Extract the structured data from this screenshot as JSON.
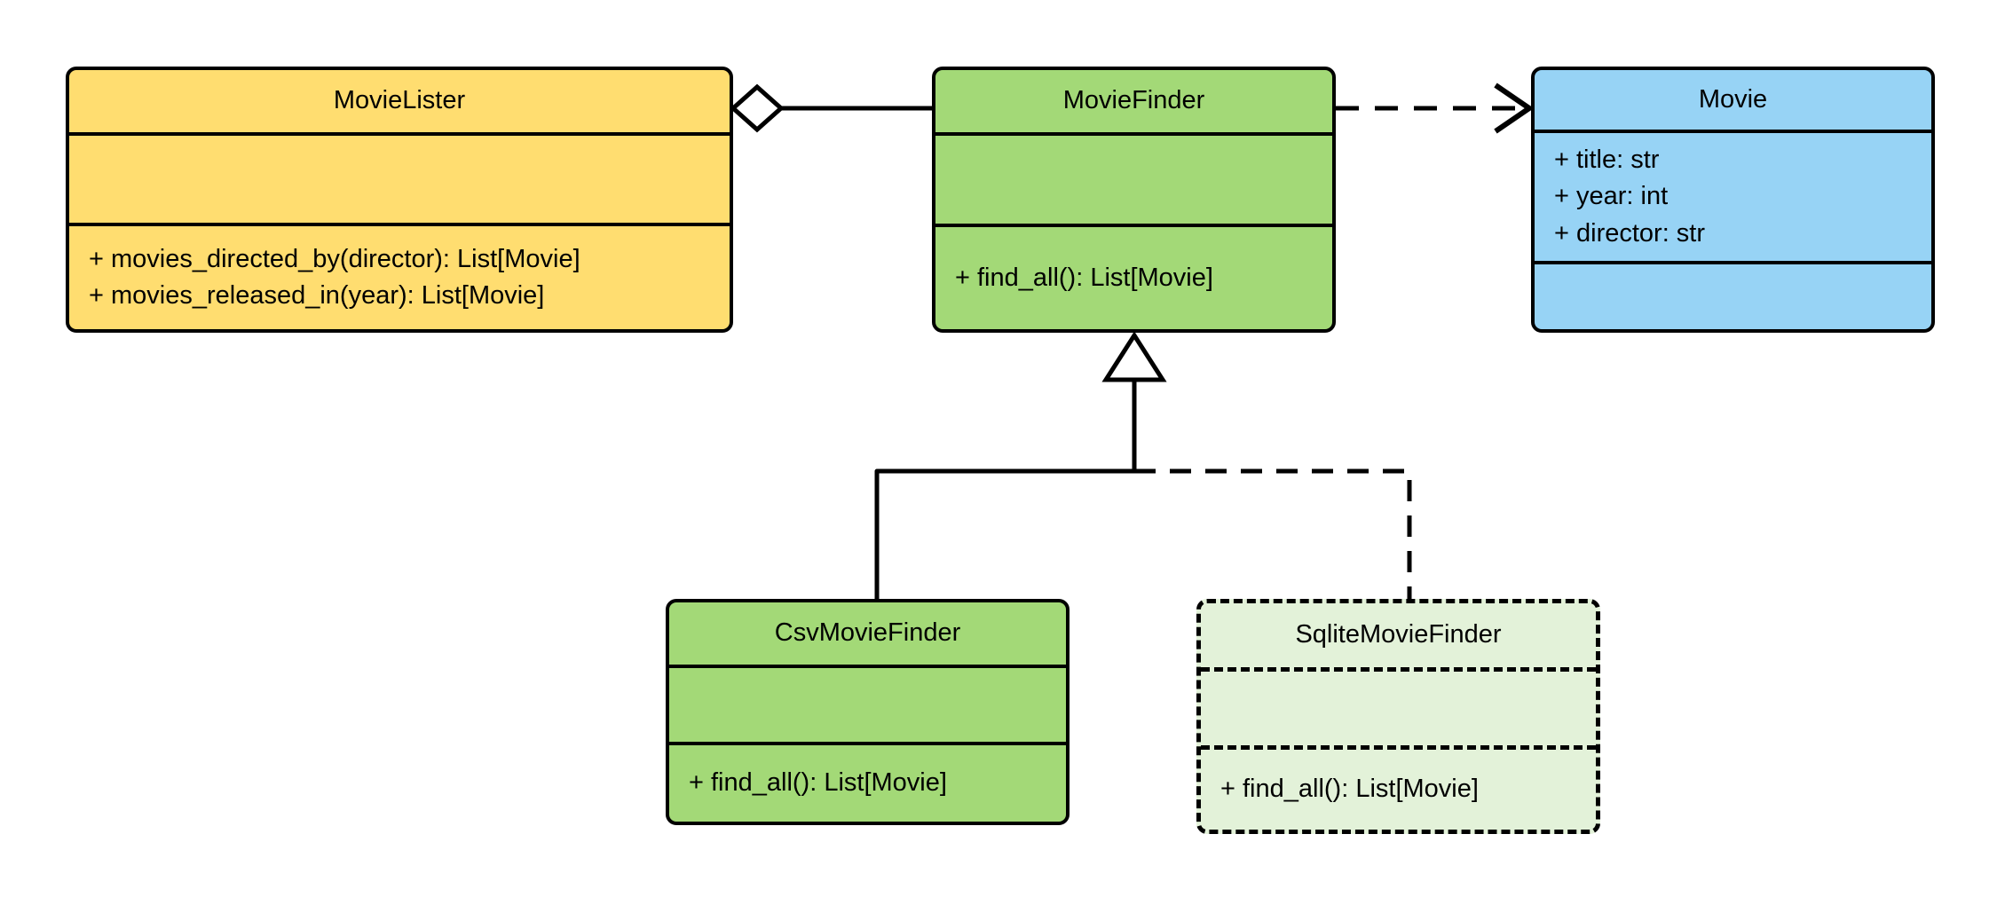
{
  "diagram": {
    "type": "uml-class-diagram",
    "background": "#ffffff",
    "line_color": "#000000"
  },
  "colors": {
    "yellow_fill": "#FFDD70",
    "green_fill": "#A3D977",
    "blue_fill": "#97D3F5",
    "light_green_fill": "#E3F2D9",
    "stroke": "#000000"
  },
  "classes": {
    "movie_lister": {
      "name": "MovieLister",
      "attributes": [],
      "methods": [
        "+ movies_directed_by(director): List[Movie]",
        "+ movies_released_in(year): List[Movie]"
      ],
      "fill": "#FFDD70",
      "style": "solid"
    },
    "movie_finder": {
      "name": "MovieFinder",
      "attributes": [],
      "methods": [
        "+ find_all(): List[Movie]"
      ],
      "fill": "#A3D977",
      "style": "solid"
    },
    "movie": {
      "name": "Movie",
      "attributes": [
        "+ title: str",
        "+ year: int",
        "+ director: str"
      ],
      "methods": [],
      "fill": "#97D3F5",
      "style": "solid"
    },
    "csv_movie_finder": {
      "name": "CsvMovieFinder",
      "attributes": [],
      "methods": [
        "+ find_all(): List[Movie]"
      ],
      "fill": "#A3D977",
      "style": "solid"
    },
    "sqlite_movie_finder": {
      "name": "SqliteMovieFinder",
      "attributes": [],
      "methods": [
        "+ find_all(): List[Movie]"
      ],
      "fill": "#E3F2D9",
      "style": "dashed"
    }
  },
  "relationships": [
    {
      "id": "aggregation-lister-finder",
      "kind": "aggregation",
      "from": "MovieLister",
      "to": "MovieFinder",
      "line": "solid",
      "marker": "hollow-diamond",
      "marker_at": "MovieLister"
    },
    {
      "id": "dependency-finder-movie",
      "kind": "dependency",
      "from": "MovieFinder",
      "to": "Movie",
      "line": "dashed",
      "marker": "open-arrow",
      "marker_at": "Movie"
    },
    {
      "id": "generalization-csv-finder",
      "kind": "generalization",
      "from": "CsvMovieFinder",
      "to": "MovieFinder",
      "line": "solid",
      "marker": "hollow-triangle",
      "marker_at": "MovieFinder"
    },
    {
      "id": "realization-sqlite-finder",
      "kind": "realization",
      "from": "SqliteMovieFinder",
      "to": "MovieFinder",
      "line": "dashed",
      "marker": "hollow-triangle",
      "marker_at": "MovieFinder"
    }
  ]
}
